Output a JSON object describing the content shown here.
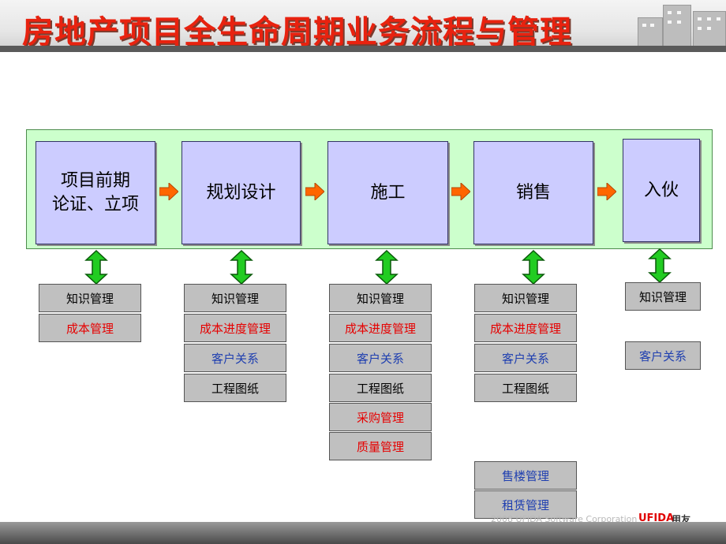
{
  "title": "房地产项目全生命周期业务流程与管理",
  "phases": [
    {
      "line1": "项目前期",
      "line2": "论证、立项"
    },
    {
      "line1": "规划设计"
    },
    {
      "line1": "施工"
    },
    {
      "line1": "销售"
    },
    {
      "line1": "入伙"
    }
  ],
  "columns": [
    [
      "知识管理",
      "成本管理"
    ],
    [
      "知识管理",
      "成本进度管理",
      "客户关系",
      "工程图纸"
    ],
    [
      "知识管理",
      "成本进度管理",
      "客户关系",
      "工程图纸",
      "采购管理",
      "质量管理"
    ],
    [
      "知识管理",
      "成本进度管理",
      "客户关系",
      "工程图纸"
    ],
    [
      "知识管理",
      "客户关系"
    ]
  ],
  "sales_extra": [
    "售楼管理",
    "租赁管理"
  ],
  "footer": {
    "copyright": "2008 UFIDA Software Corporation",
    "brand": "UFIDA",
    "brand_cn": "用友"
  },
  "colors": {
    "title": "#e8220f",
    "band": "#ccffcc",
    "phase_box": "#ccccff",
    "arrow": "#ff6600",
    "connector": "#22cc22",
    "func_box": "#c0c0c0",
    "red_text": "#e60000",
    "blue_text": "#1f3fb0"
  },
  "icons": [
    "flow-arrow-icon",
    "double-arrow-icon"
  ]
}
